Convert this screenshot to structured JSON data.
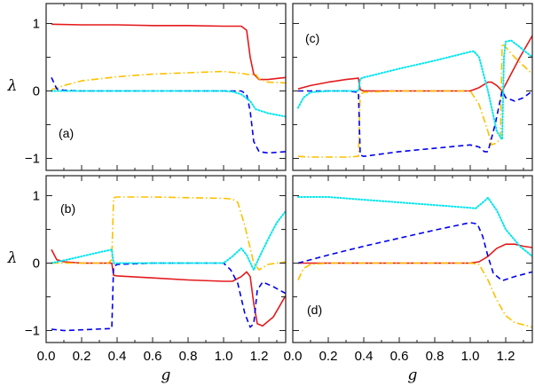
{
  "figure": {
    "xlabel": "g",
    "ylabel": "λ",
    "x_ticks": [
      "0.0",
      "0.2",
      "0.4",
      "0.6",
      "0.8",
      "1.0",
      "1.2"
    ],
    "y_ticks": [
      "−1",
      "0",
      "1"
    ]
  },
  "chart_data": [
    {
      "type": "line",
      "panel": "(a)",
      "xlabel": "g",
      "ylabel": "λ",
      "xlim": [
        0.0,
        1.35
      ],
      "ylim": [
        -1.2,
        1.3
      ],
      "series": [
        {
          "name": "red-solid",
          "color": "#e41a1c",
          "style": "solid",
          "x": [
            0.03,
            0.2,
            0.4,
            0.6,
            0.8,
            1.0,
            1.1,
            1.13,
            1.15,
            1.17,
            1.2,
            1.25,
            1.35
          ],
          "y": [
            0.99,
            0.98,
            0.98,
            0.97,
            0.97,
            0.96,
            0.96,
            0.9,
            0.5,
            0.25,
            0.17,
            0.17,
            0.2
          ]
        },
        {
          "name": "orange-dashdot",
          "color": "#ffc000",
          "style": "dashdot",
          "x": [
            0.03,
            0.1,
            0.2,
            0.4,
            0.6,
            0.8,
            1.0,
            1.1,
            1.15,
            1.18,
            1.2,
            1.25,
            1.35
          ],
          "y": [
            0.02,
            0.08,
            0.15,
            0.21,
            0.25,
            0.27,
            0.29,
            0.26,
            0.24,
            0.25,
            0.18,
            0.13,
            0.12
          ]
        },
        {
          "name": "blue-dashed",
          "color": "#0000ee",
          "style": "dashed",
          "x": [
            0.03,
            0.06,
            0.1,
            0.2,
            0.4,
            0.6,
            0.8,
            1.0,
            1.1,
            1.13,
            1.15,
            1.17,
            1.2,
            1.25,
            1.35
          ],
          "y": [
            0.2,
            0.03,
            0.01,
            0.0,
            0.0,
            0.0,
            0.0,
            0.0,
            0.0,
            -0.05,
            -0.3,
            -0.75,
            -0.9,
            -0.92,
            -0.9
          ]
        },
        {
          "name": "cyan-dotted",
          "color": "#00e5ee",
          "style": "dotted",
          "x": [
            0.03,
            0.2,
            0.4,
            0.6,
            0.8,
            1.0,
            1.05,
            1.1,
            1.15,
            1.18,
            1.25,
            1.35
          ],
          "y": [
            0.0,
            0.0,
            0.0,
            0.0,
            0.0,
            0.0,
            -0.01,
            -0.05,
            -0.15,
            -0.27,
            -0.33,
            -0.38
          ]
        }
      ]
    },
    {
      "type": "line",
      "panel": "(b)",
      "xlabel": "g",
      "ylabel": "λ",
      "xlim": [
        0.0,
        1.35
      ],
      "ylim": [
        -1.2,
        1.3
      ],
      "series": [
        {
          "name": "red-solid",
          "color": "#e41a1c",
          "style": "solid",
          "x": [
            0.03,
            0.06,
            0.1,
            0.2,
            0.37,
            0.38,
            0.4,
            0.6,
            0.8,
            1.0,
            1.05,
            1.1,
            1.13,
            1.15,
            1.17,
            1.19,
            1.22,
            1.28,
            1.35
          ],
          "y": [
            0.2,
            0.05,
            0.02,
            0.0,
            0.0,
            -0.18,
            -0.19,
            -0.22,
            -0.25,
            -0.27,
            -0.27,
            -0.2,
            -0.13,
            -0.2,
            -0.6,
            -0.9,
            -0.93,
            -0.8,
            -0.48
          ]
        },
        {
          "name": "orange-dashdot",
          "color": "#ffc000",
          "style": "dashdot",
          "x": [
            0.03,
            0.2,
            0.35,
            0.37,
            0.38,
            0.4,
            0.6,
            0.8,
            1.0,
            1.05,
            1.08,
            1.12,
            1.17,
            1.2,
            1.25,
            1.35
          ],
          "y": [
            0.0,
            0.0,
            0.0,
            0.05,
            0.97,
            0.98,
            0.98,
            0.97,
            0.96,
            0.95,
            0.9,
            0.55,
            0.0,
            -0.1,
            -0.02,
            0.02
          ]
        },
        {
          "name": "blue-dashed",
          "color": "#0000ee",
          "style": "dashed",
          "x": [
            0.03,
            0.1,
            0.2,
            0.37,
            0.38,
            0.4,
            0.6,
            0.8,
            1.0,
            1.04,
            1.08,
            1.12,
            1.15,
            1.17,
            1.19,
            1.22,
            1.28,
            1.35
          ],
          "y": [
            -0.98,
            -1.0,
            -0.99,
            -0.97,
            -0.05,
            -0.02,
            0.0,
            0.0,
            0.0,
            -0.1,
            -0.3,
            -0.75,
            -0.95,
            -0.9,
            -0.4,
            -0.28,
            -0.35,
            -0.45
          ]
        },
        {
          "name": "cyan-dotted",
          "color": "#00e5ee",
          "style": "dotted",
          "x": [
            0.03,
            0.1,
            0.2,
            0.3,
            0.37,
            0.38,
            0.4,
            0.6,
            0.8,
            1.0,
            1.05,
            1.1,
            1.13,
            1.17,
            1.2,
            1.25,
            1.3,
            1.35
          ],
          "y": [
            0.0,
            0.04,
            0.1,
            0.16,
            0.2,
            0.0,
            0.0,
            0.0,
            0.0,
            0.0,
            0.1,
            0.22,
            0.12,
            -0.1,
            0.08,
            0.35,
            0.6,
            0.77
          ]
        }
      ]
    },
    {
      "type": "line",
      "panel": "(c)",
      "xlabel": "g",
      "ylabel": "λ",
      "xlim": [
        0.0,
        1.35
      ],
      "ylim": [
        -1.2,
        1.3
      ],
      "series": [
        {
          "name": "red-solid",
          "color": "#e41a1c",
          "style": "solid",
          "x": [
            0.03,
            0.1,
            0.2,
            0.3,
            0.37,
            0.38,
            0.4,
            0.6,
            0.8,
            1.0,
            1.05,
            1.1,
            1.12,
            1.15,
            1.18,
            1.22,
            1.28,
            1.35
          ],
          "y": [
            0.03,
            0.08,
            0.13,
            0.17,
            0.19,
            0.02,
            0.0,
            0.0,
            0.0,
            0.0,
            0.05,
            0.13,
            0.13,
            0.08,
            0.0,
            0.2,
            0.5,
            0.82
          ]
        },
        {
          "name": "orange-dashdot",
          "color": "#ffc000",
          "style": "dashdot",
          "x": [
            0.03,
            0.1,
            0.2,
            0.3,
            0.37,
            0.38,
            0.4,
            0.6,
            0.8,
            1.0,
            1.05,
            1.1,
            1.12,
            1.15,
            1.17,
            1.18,
            1.2,
            1.25,
            1.35
          ],
          "y": [
            -0.97,
            -0.98,
            -0.98,
            -0.98,
            -0.97,
            -0.05,
            -0.02,
            0.0,
            0.0,
            0.0,
            -0.2,
            -0.6,
            -0.8,
            -0.77,
            -0.7,
            0.7,
            0.65,
            0.5,
            0.25
          ]
        },
        {
          "name": "blue-dashed",
          "color": "#0000ee",
          "style": "dashed",
          "x": [
            0.03,
            0.1,
            0.2,
            0.3,
            0.37,
            0.38,
            0.4,
            0.6,
            0.8,
            1.0,
            1.05,
            1.08,
            1.1,
            1.14,
            1.18,
            1.2,
            1.25,
            1.3,
            1.35
          ],
          "y": [
            0.0,
            0.0,
            0.0,
            0.0,
            -0.02,
            -0.95,
            -0.97,
            -0.9,
            -0.85,
            -0.8,
            -0.83,
            -0.9,
            -0.9,
            -0.5,
            0.0,
            -0.1,
            -0.15,
            -0.1,
            0.0
          ]
        },
        {
          "name": "cyan-dotted",
          "color": "#00e5ee",
          "style": "dotted",
          "x": [
            0.03,
            0.06,
            0.1,
            0.2,
            0.37,
            0.38,
            0.4,
            0.6,
            0.8,
            1.0,
            1.02,
            1.05,
            1.1,
            1.15,
            1.18,
            1.19,
            1.2,
            1.23,
            1.28,
            1.35
          ],
          "y": [
            -0.25,
            -0.1,
            -0.02,
            0.0,
            0.0,
            0.18,
            0.2,
            0.33,
            0.45,
            0.58,
            0.59,
            0.5,
            0.0,
            -0.6,
            -0.72,
            0.5,
            0.73,
            0.75,
            0.65,
            0.5
          ]
        }
      ]
    },
    {
      "type": "line",
      "panel": "(d)",
      "xlabel": "g",
      "ylabel": "λ",
      "xlim": [
        0.0,
        1.35
      ],
      "ylim": [
        -1.2,
        1.3
      ],
      "series": [
        {
          "name": "red-solid",
          "color": "#e41a1c",
          "style": "solid",
          "x": [
            0.03,
            0.2,
            0.4,
            0.6,
            0.8,
            1.0,
            1.05,
            1.1,
            1.15,
            1.2,
            1.25,
            1.3,
            1.35
          ],
          "y": [
            0.0,
            0.0,
            0.0,
            0.0,
            0.0,
            0.0,
            0.02,
            0.1,
            0.22,
            0.28,
            0.28,
            0.25,
            0.23
          ]
        },
        {
          "name": "orange-dashdot",
          "color": "#ffc000",
          "style": "dashdot",
          "x": [
            0.03,
            0.06,
            0.1,
            0.2,
            0.4,
            0.6,
            0.8,
            1.0,
            1.05,
            1.1,
            1.15,
            1.2,
            1.25,
            1.35
          ],
          "y": [
            -0.25,
            -0.08,
            -0.02,
            0.0,
            0.0,
            0.0,
            0.0,
            0.0,
            -0.02,
            -0.25,
            -0.55,
            -0.78,
            -0.88,
            -0.95
          ]
        },
        {
          "name": "blue-dashed",
          "color": "#0000ee",
          "style": "dashed",
          "x": [
            0.03,
            0.2,
            0.4,
            0.6,
            0.8,
            1.0,
            1.04,
            1.07,
            1.1,
            1.13,
            1.18,
            1.25,
            1.35
          ],
          "y": [
            0.0,
            0.12,
            0.25,
            0.37,
            0.49,
            0.6,
            0.58,
            0.4,
            0.1,
            -0.15,
            -0.26,
            -0.2,
            -0.13
          ]
        },
        {
          "name": "cyan-dotted",
          "color": "#00e5ee",
          "style": "dotted",
          "x": [
            0.03,
            0.2,
            0.4,
            0.6,
            0.8,
            1.0,
            1.03,
            1.08,
            1.1,
            1.15,
            1.2,
            1.28,
            1.35
          ],
          "y": [
            0.98,
            0.98,
            0.94,
            0.9,
            0.86,
            0.82,
            0.81,
            0.92,
            0.97,
            0.78,
            0.5,
            0.25,
            0.1
          ]
        }
      ]
    }
  ]
}
